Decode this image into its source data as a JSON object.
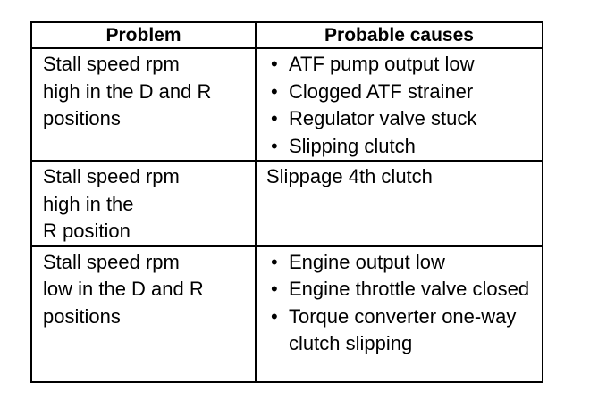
{
  "headers": {
    "problem": "Problem",
    "causes": "Probable causes"
  },
  "rows": [
    {
      "problem_lines": [
        "Stall speed rpm",
        "high in the D and R",
        "positions"
      ],
      "causes": [
        "ATF pump output low",
        "Clogged ATF strainer",
        "Regulator valve stuck",
        "Slipping clutch"
      ]
    },
    {
      "problem_lines": [
        "Stall speed rpm",
        "high in the",
        "R position"
      ],
      "cause_text": "Slippage 4th clutch"
    },
    {
      "problem_lines": [
        "Stall speed rpm",
        "low in the D and R",
        "positions"
      ],
      "causes": [
        "Engine output low",
        "Engine throttle valve closed",
        "Torque converter one-way clutch slipping"
      ]
    }
  ],
  "bullet_glyph": "•"
}
